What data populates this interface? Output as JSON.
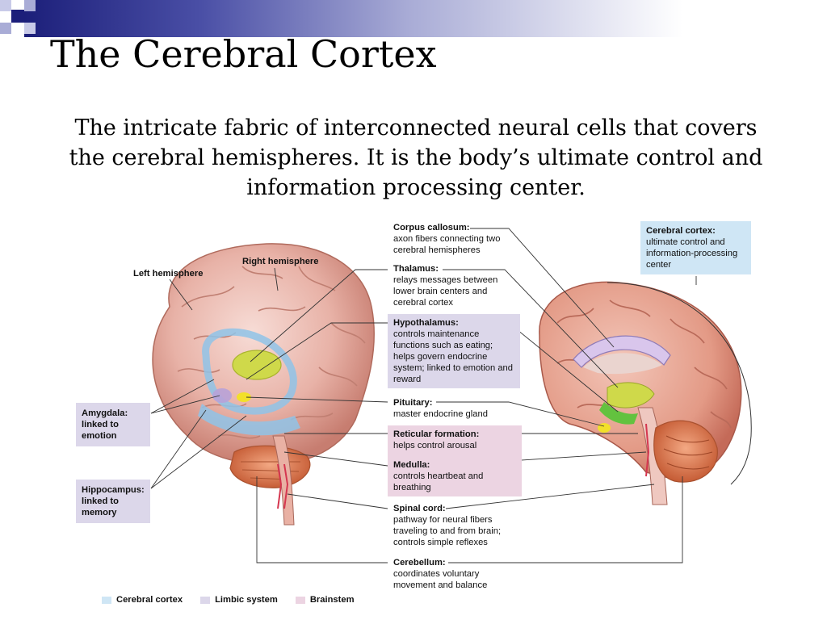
{
  "slide": {
    "title": "The Cerebral Cortex",
    "subtitle": "The intricate fabric of interconnected neural cells that covers the cerebral hemispheres. It is the body’s ultimate control and information processing center."
  },
  "labels": {
    "left_hemisphere": "Left hemisphere",
    "right_hemisphere": "Right hemisphere"
  },
  "side_boxes": {
    "amygdala": "Amygdala: linked to emotion",
    "hippocampus": "Hippocampus: linked to memory"
  },
  "cerebral_cortex_box": {
    "name": "Cerebral cortex:",
    "desc": "ultimate control and information-processing center"
  },
  "callouts": [
    {
      "name": "Corpus callosum:",
      "desc": "axon fibers connecting two cerebral hemispheres"
    },
    {
      "name": "Thalamus:",
      "desc": "relays messages between lower brain centers and cerebral cortex"
    },
    {
      "name": "Hypothalamus:",
      "desc": "controls maintenance functions such as eating; helps govern endocrine system; linked to emotion and reward"
    },
    {
      "name": "Pituitary:",
      "desc": "master endocrine gland"
    },
    {
      "name": "Reticular formation:",
      "desc": "helps control arousal"
    },
    {
      "name": "Medulla:",
      "desc": "controls heartbeat and breathing"
    },
    {
      "name": "Spinal cord:",
      "desc": "pathway for neural fibers traveling to and from brain; controls simple reflexes"
    },
    {
      "name": "Cerebellum:",
      "desc": "coordinates voluntary movement and balance"
    }
  ],
  "legend": [
    {
      "label": "Cerebral cortex",
      "color": "#cfe6f5"
    },
    {
      "label": "Limbic system",
      "color": "#dcd7ea"
    },
    {
      "label": "Brainstem",
      "color": "#ecd4e2"
    }
  ]
}
